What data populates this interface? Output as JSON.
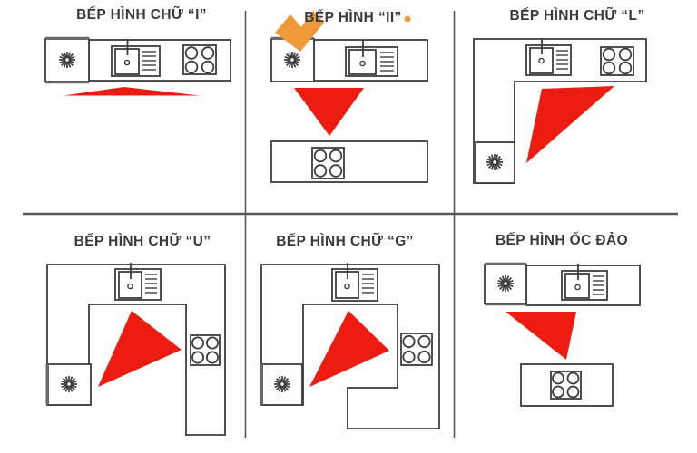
{
  "figure": {
    "type": "kitchen-layout-diagram",
    "rows": 2,
    "columns": 3,
    "triangle_meaning": "work triangle between refrigerator, sink and cooktop"
  },
  "colors": {
    "red": "#ec1c10",
    "orange": "#f0993a",
    "line": "#3d3d3d",
    "grid": "#585858",
    "text": "#3a3a3a",
    "bg": "#ffffff"
  },
  "watermark": {
    "name": "orange-check-logo",
    "shape": "bold orange check mark",
    "dot": "small orange dot after second title"
  },
  "panels": [
    {
      "title": "BẾP HÌNH CHỮ “I”",
      "layout": "single straight counter",
      "appliance_icons": [
        "refrigerator-snowflake-icon",
        "sink-icon",
        "cooktop-icon"
      ],
      "triangle": "flat red triangle under counter"
    },
    {
      "title": "BẾP HÌNH  “II”",
      "layout": "two parallel counters",
      "appliance_icons": [
        "refrigerator-snowflake-icon",
        "sink-icon",
        "cooktop-icon"
      ],
      "triangle": "red triangle pointing down between counters"
    },
    {
      "title": "BẾP HÌNH  CHỮ “L”",
      "layout": "L-shaped counter",
      "appliance_icons": [
        "sink-icon",
        "cooktop-icon",
        "refrigerator-snowflake-icon"
      ],
      "triangle": "red triangle between sink, cooktop and refrigerator"
    },
    {
      "title": "BẾP HÌNH  CHỮ “U”",
      "layout": "U-shaped counter",
      "appliance_icons": [
        "sink-icon",
        "cooktop-icon",
        "refrigerator-snowflake-icon"
      ],
      "triangle": "red triangle inside the U"
    },
    {
      "title": "BẾP HÌNH  CHỮ “G”",
      "layout": "G-shaped counter with peninsula",
      "appliance_icons": [
        "sink-icon",
        "cooktop-icon",
        "refrigerator-snowflake-icon"
      ],
      "triangle": "red triangle inside the G"
    },
    {
      "title": "BẾP HÌNH  ỐC ĐẢO",
      "layout": "counter plus island",
      "appliance_icons": [
        "refrigerator-snowflake-icon",
        "sink-icon",
        "cooktop-icon"
      ],
      "triangle": "red triangle pointing to island cooktop"
    }
  ]
}
